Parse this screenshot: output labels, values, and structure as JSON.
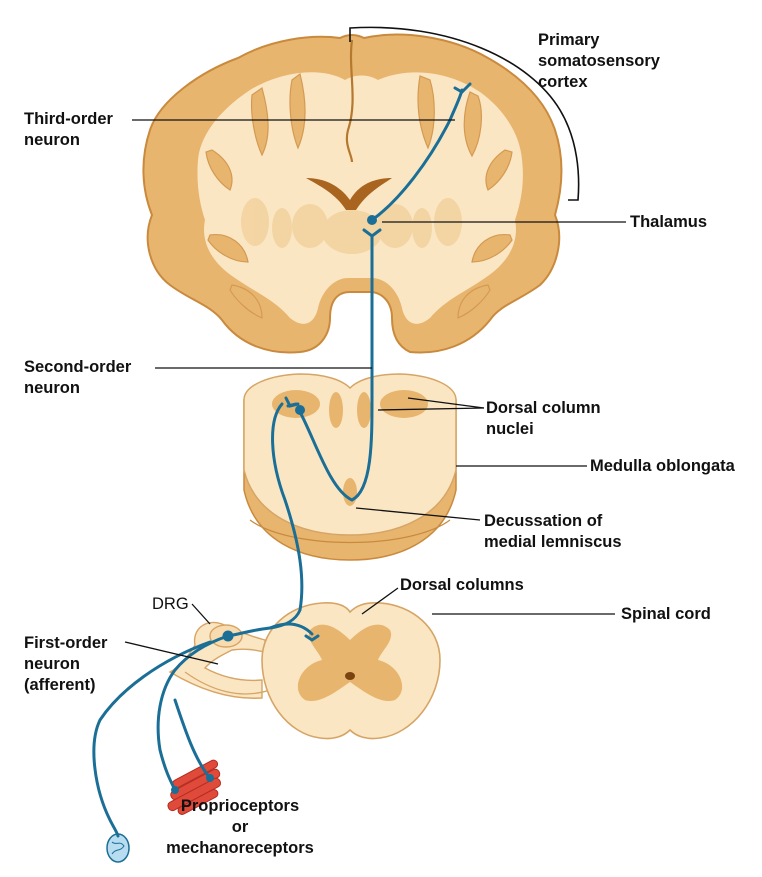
{
  "labels": {
    "primary_somatosensory_cortex": "Primary\nsomatosensory\ncortex",
    "third_order_neuron": "Third-order\nneuron",
    "thalamus": "Thalamus",
    "second_order_neuron": "Second-order\nneuron",
    "dorsal_column_nuclei": "Dorsal column\nnuclei",
    "medulla_oblongata": "Medulla oblongata",
    "decussation": "Decussation of\nmedial lemniscus",
    "dorsal_columns": "Dorsal columns",
    "spinal_cord": "Spinal cord",
    "drg": "DRG",
    "first_order_neuron": "First-order\nneuron\n(afferent)",
    "receptors": "Proprioceptors\nor\nmechanoreceptors"
  },
  "colors": {
    "neuron": "#1b6f96",
    "gray_matter": "#e8b56f",
    "white_matter": "#fbe6c4",
    "cortex_edge": "#c98a3d",
    "muscle": "#e04a3a",
    "leader_line": "#111111"
  }
}
